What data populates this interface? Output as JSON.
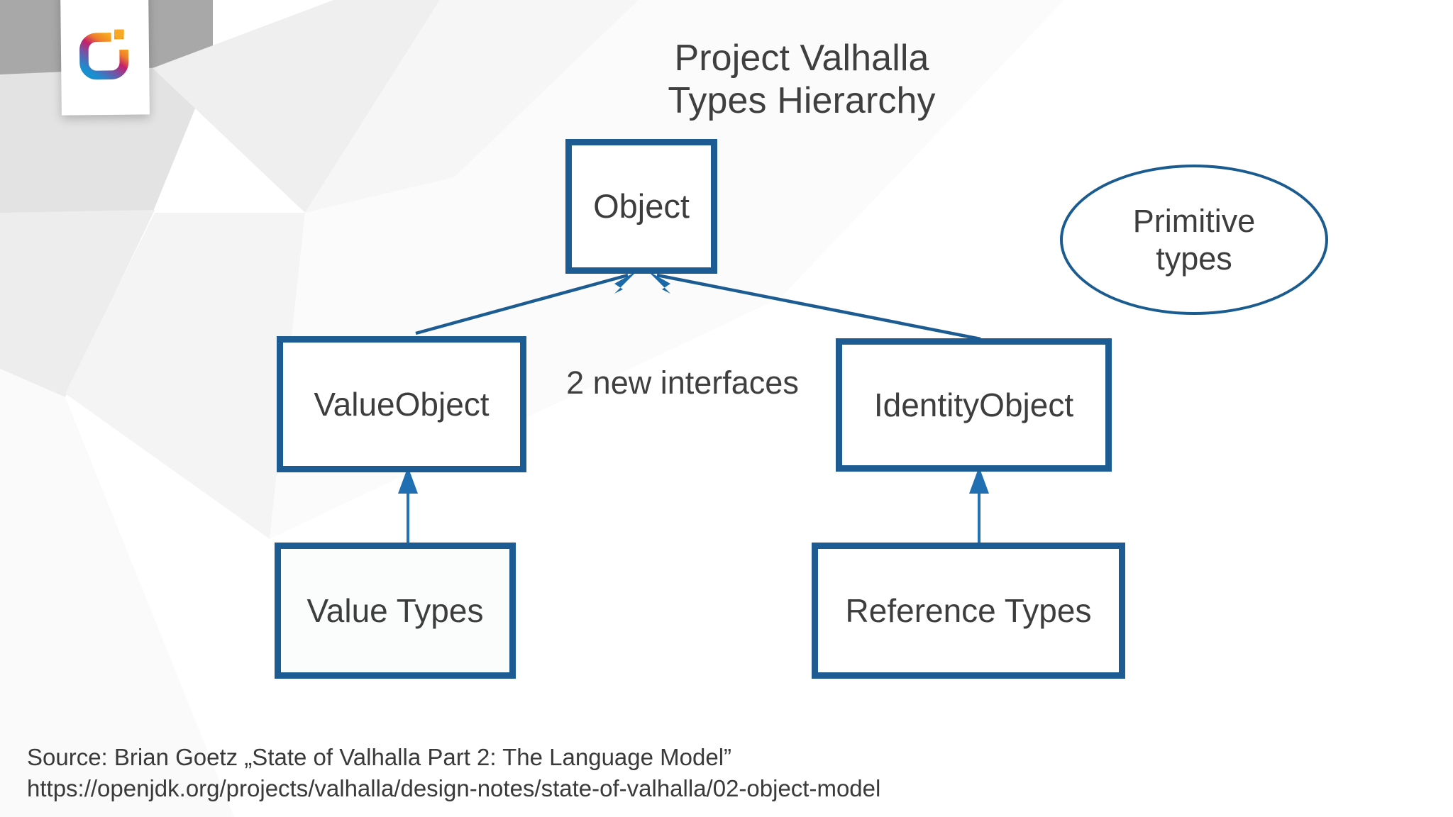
{
  "slide": {
    "title_line1": "Project Valhalla",
    "title_line2": "Types Hierarchy",
    "background_color": "#ffffff",
    "accent_color": "#1c5c92",
    "arrow_color": "#2272b5",
    "text_color": "#3d3d3d"
  },
  "logo": {
    "name": "ci-gradient-logo",
    "colors": [
      "#f5a623",
      "#c2185b",
      "#1c86c8"
    ]
  },
  "nodes": {
    "object": {
      "label": "Object"
    },
    "value_object": {
      "label": "ValueObject"
    },
    "identity_object": {
      "label": "IdentityObject"
    },
    "value_types": {
      "label": "Value Types"
    },
    "reference_types": {
      "label": "Reference Types"
    },
    "primitive_types": {
      "line1": "Primitive",
      "line2": "types"
    }
  },
  "edges": {
    "interfaces_label": "2 new interfaces"
  },
  "footer": {
    "line1": "Source: Brian Goetz  „State of Valhalla Part 2: The Language Model”",
    "line2": "https://openjdk.org/projects/valhalla/design-notes/state-of-valhalla/02-object-model"
  }
}
